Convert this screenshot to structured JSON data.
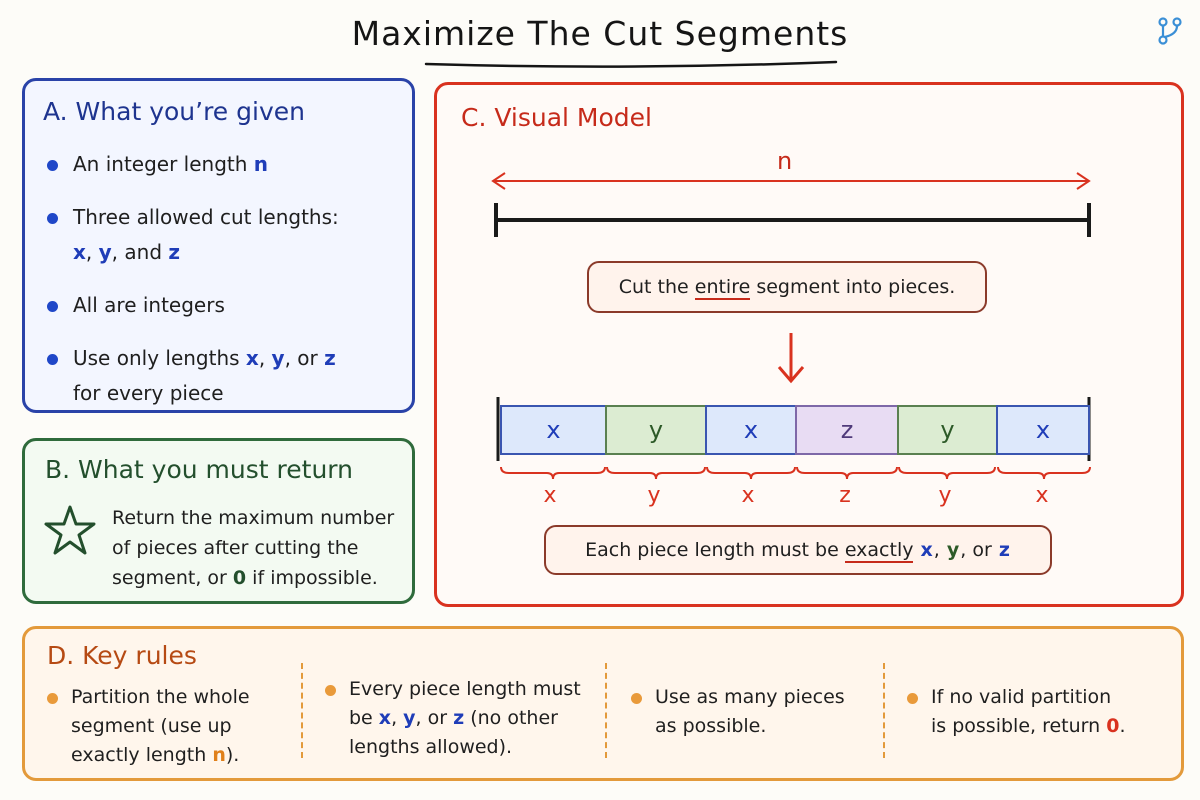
{
  "title": "Maximize The Cut Segments",
  "brand_icon": "branch-icon",
  "colors": {
    "blue": "#2a43a8",
    "green": "#2f6b3c",
    "red": "#d9321f",
    "orange": "#e39a3b"
  },
  "panel_a": {
    "heading": "A. What you’re given",
    "items": [
      {
        "text": "An integer length ",
        "var": "n"
      },
      {
        "line1": "Three allowed cut lengths:",
        "x": "x",
        "y": "y",
        "and": ", and ",
        "z": "z"
      },
      {
        "text": "All are integers"
      },
      {
        "pre": "Use only lengths ",
        "x": "x",
        "y": "y",
        "or": ", or ",
        "z": "z",
        "post": "for every piece"
      }
    ]
  },
  "panel_b": {
    "heading": "B. What you must return",
    "icon": "star-icon",
    "text_pre": "Return the maximum number of pieces after cutting the segment, or ",
    "zero": "0",
    "text_post": " if impossible."
  },
  "panel_c": {
    "heading": "C. Visual Model",
    "n_label": "n",
    "cut_pre": "Cut the ",
    "cut_emph": "entire",
    "cut_post": " segment into pieces.",
    "pieces": [
      "x",
      "y",
      "x",
      "z",
      "y",
      "x"
    ],
    "exact_pre": "Each piece length must be ",
    "exact_emph": "exactly",
    "x": "x",
    "y": "y",
    "z": "z",
    "or": ", or "
  },
  "panel_d": {
    "heading": "D. Key rules",
    "rules": [
      {
        "line1": "Partition the whole",
        "line2": "segment (use up",
        "line3_pre": "exactly length ",
        "var": "n",
        "line3_post": ")."
      },
      {
        "line1": "Every piece length must",
        "be": "be ",
        "x": "x",
        "y": "y",
        "or": ", or ",
        "z": "z",
        "paren": " (no other",
        "line3": "lengths allowed)."
      },
      {
        "line1": "Use as many pieces",
        "line2": "as possible."
      },
      {
        "line1": "If no valid partition",
        "line2_pre": "is possible, return ",
        "zero": "0",
        "line2_post": "."
      }
    ]
  }
}
